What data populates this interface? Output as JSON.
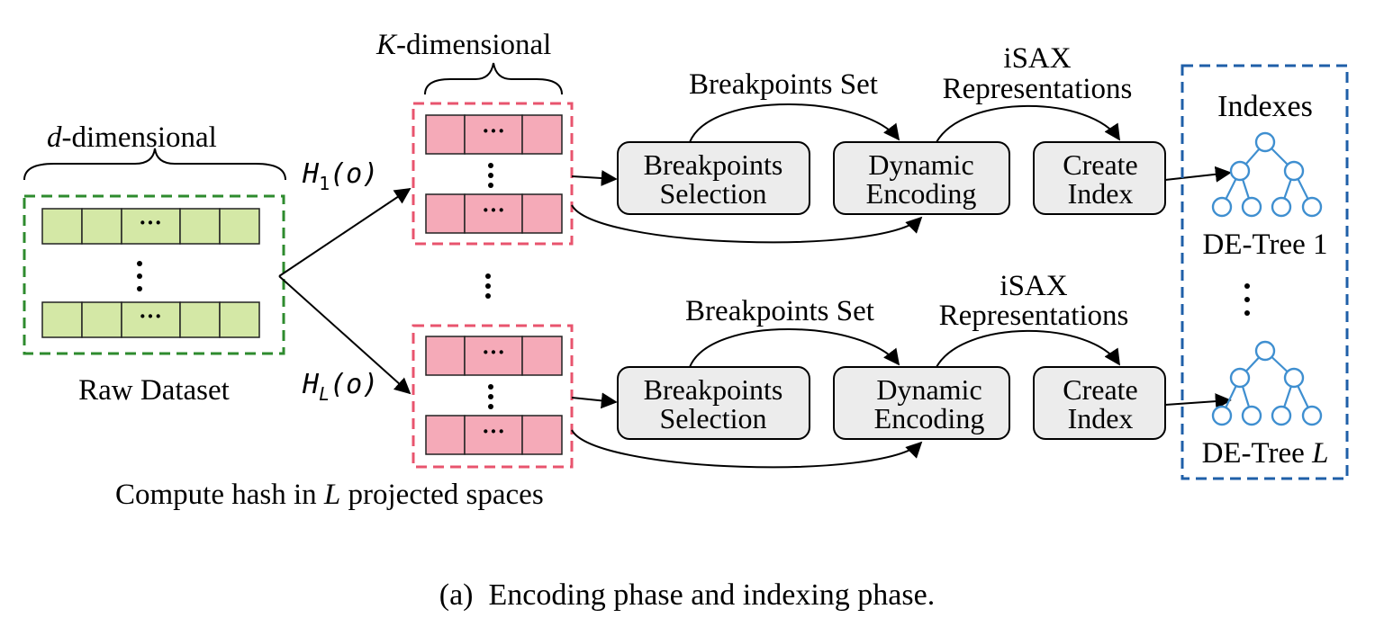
{
  "raw": {
    "dim_prefix": "d",
    "dim_suffix": "-dimensional",
    "label": "Raw Dataset",
    "cell_ellipsis": "···"
  },
  "projected": {
    "dim_prefix": "K",
    "dim_suffix": "-dimensional",
    "hash1": "H",
    "hash1_sub": "1",
    "hashL": "H",
    "hashL_sub": "L",
    "hash_arg": "(o)",
    "compute_prefix": "Compute hash in ",
    "compute_var": "L",
    "compute_suffix": " projected spaces"
  },
  "pipeline": {
    "breakpoints_set": "Breakpoints Set",
    "isax_line1": "iSAX",
    "isax_line2": "Representations",
    "bp_sel_line1": "Breakpoints",
    "bp_sel_line2": "Selection",
    "dyn_line1": "Dynamic",
    "dyn_line2": "Encoding",
    "create_line1": "Create",
    "create_line2": "Index"
  },
  "indexes": {
    "title": "Indexes",
    "tree1": "DE-Tree 1",
    "treeL_prefix": "DE-Tree ",
    "treeL_var": "L"
  },
  "caption": "(a)  Encoding phase and indexing phase.",
  "colors": {
    "raw_border": "#2e8b2e",
    "proj_border": "#e8546e",
    "index_border": "#1f5fa8",
    "tree": "#3f8fd0"
  }
}
